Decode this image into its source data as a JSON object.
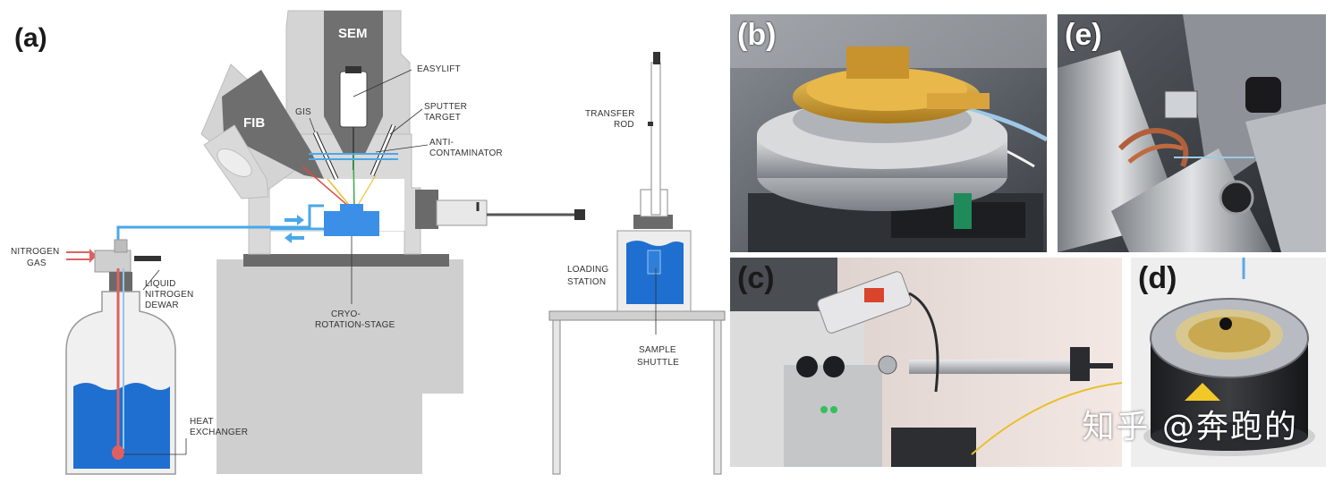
{
  "panel_a": {
    "letter": "(a)",
    "labels": {
      "sem": "SEM",
      "fib": "FIB",
      "gis": "GIS",
      "easylift": "EASYLIFT",
      "sputter_1": "SPUTTER",
      "sputter_2": "TARGET",
      "anti_1": "ANTI-",
      "anti_2": "CONTAMINATOR",
      "nitrogen_1": "NITROGEN",
      "nitrogen_2": "GAS",
      "ln_1": "LIQUID",
      "ln_2": "NITROGEN",
      "ln_3": "DEWAR",
      "cryo_1": "CRYO-",
      "cryo_2": "ROTATION-STAGE",
      "heat_1": "HEAT",
      "heat_2": "EXCHANGER",
      "transfer_1": "TRANSFER",
      "transfer_2": "ROD",
      "loading_1": "LOADING",
      "loading_2": "STATION",
      "shuttle_1": "SAMPLE",
      "shuttle_2": "SHUTTLE"
    }
  },
  "photos": {
    "b": "(b)",
    "c": "(c)",
    "d": "(d)",
    "e": "(e)"
  },
  "watermark": "知乎 @奔跑的",
  "colors": {
    "chamber": "#d6d6d6",
    "column": "#6e6e6e",
    "liquid": "#1f6fd1",
    "stage": "#3b8fe6",
    "line_blue": "#4aa8e8",
    "line_red": "#e06060"
  }
}
